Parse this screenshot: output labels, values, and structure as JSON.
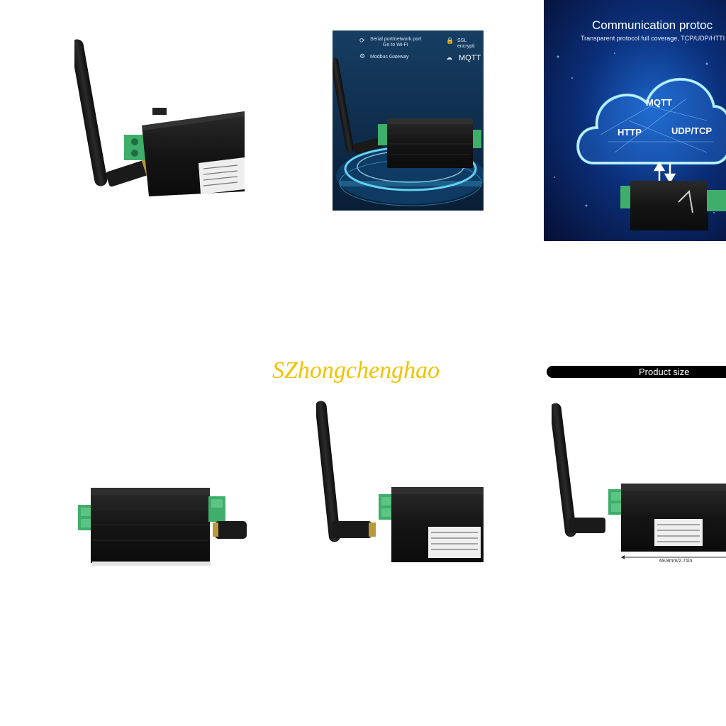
{
  "panels": {
    "features": {
      "items": [
        {
          "icon": "sync-icon",
          "lines": [
            "Serial port/network port",
            "Go to Wi-Fi"
          ]
        },
        {
          "icon": "lock-icon",
          "lines": [
            "SSL encrypti"
          ]
        },
        {
          "icon": "gear-icon",
          "lines": [
            "Modbus Gateway"
          ]
        }
      ],
      "mqtt_label": "MQTT"
    },
    "protocols": {
      "title": "Communication protoc",
      "subtitle": "Transparent protocol full coverage, TCP/UDP/HTTI",
      "labels": {
        "mqtt": "MQTT",
        "http": "HTTP",
        "udp_tcp": "UDP/TCP"
      }
    },
    "brand": {
      "text": "SZhongchenghao"
    },
    "size": {
      "title": "Product size",
      "dimension": "69.8mm/2.71in"
    }
  },
  "colors": {
    "brand": "#f2c200",
    "device_body": "#141414",
    "terminal_green": "#3fae6a",
    "cloud_glow": "#4fc3ff"
  }
}
